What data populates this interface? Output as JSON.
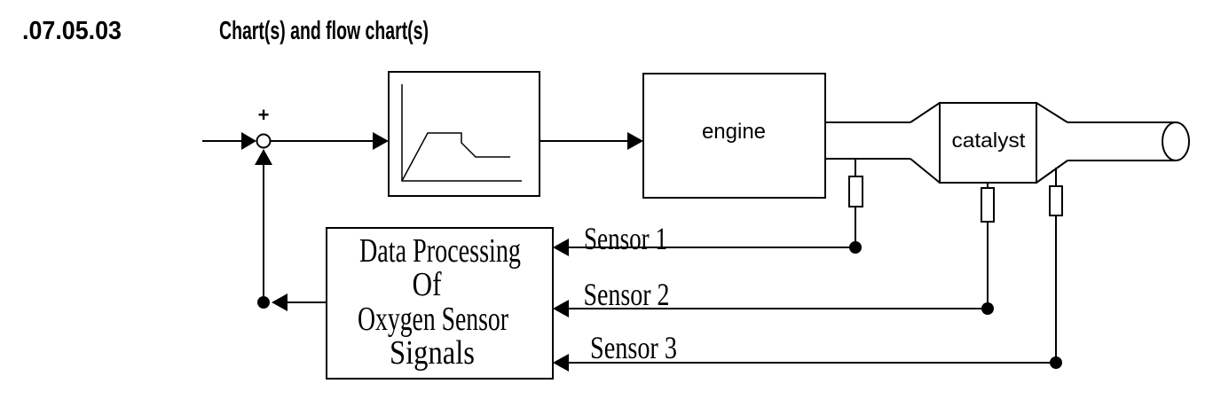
{
  "page": {
    "background_color": "#ffffff",
    "line_color": "#000000"
  },
  "header": {
    "section_number": ".07.05.03",
    "title": "Chart(s) and flow chart(s)"
  },
  "diagram": {
    "summing_junction": {
      "sign": "+"
    },
    "blocks": {
      "controller": {
        "icon": "ramp-response-curve-icon"
      },
      "engine": {
        "label": "engine"
      },
      "catalyst": {
        "label": "catalyst"
      },
      "data_processing": {
        "lines": [
          "Data Processing",
          "Of",
          "Oxygen Sensor",
          "Signals"
        ]
      }
    },
    "sensor_labels": [
      "Sensor 1",
      "Sensor 2",
      "Sensor 3"
    ]
  }
}
